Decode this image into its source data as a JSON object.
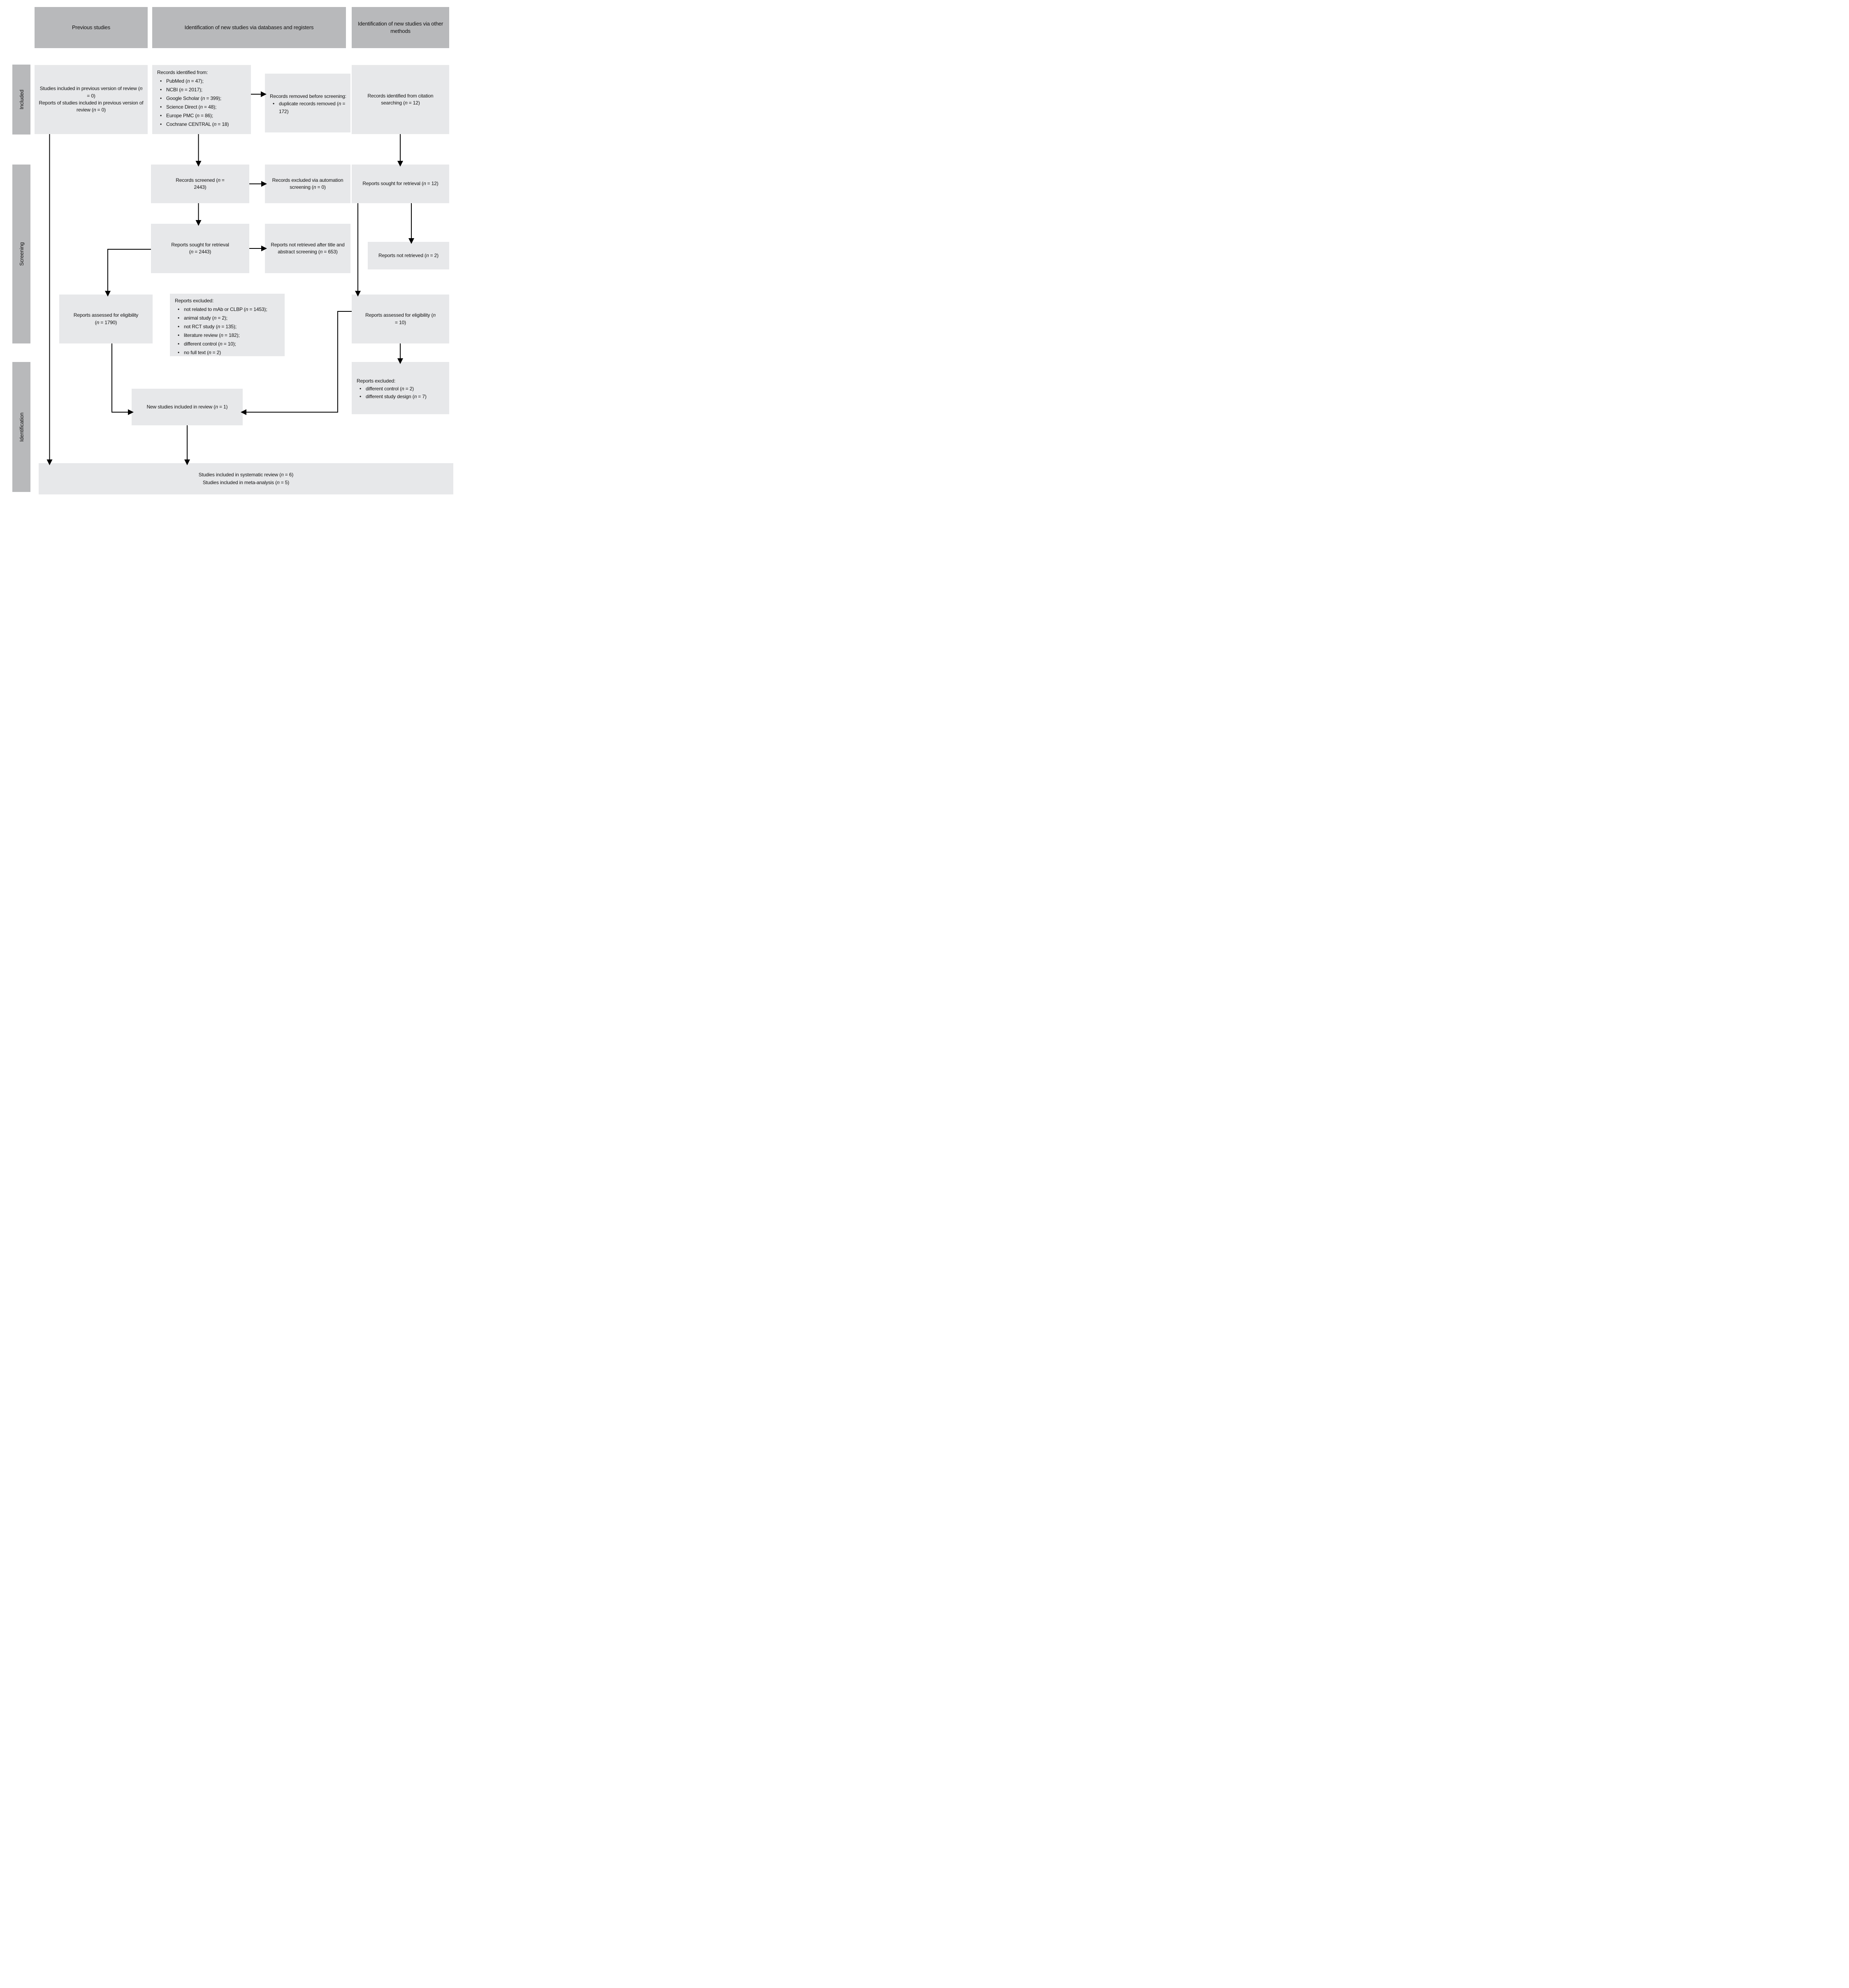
{
  "headers": {
    "previous": "Previous studies",
    "databases": "Identification of new studies via databases and registers",
    "other": "Identification of new studies via other methods"
  },
  "side_labels": {
    "top": "Included",
    "middle": "Screening",
    "bottom": "Identification"
  },
  "boxes": {
    "previous_included": {
      "line1": "Studies included in previous version of review (n = 0)",
      "line2": "Reports of studies included in previous version of review (n = 0)"
    },
    "records_identified": {
      "title": "Records identified from:",
      "items": [
        "PubMed (n = 47);",
        "NCBI (n = 2017);",
        "Google Scholar (n = 399);",
        "Science Direct (n = 48);",
        "Europe PMC (n = 86);",
        "Cochrane CENTRAL (n = 18)"
      ]
    },
    "records_removed": {
      "title": "Records removed before screening:",
      "items": [
        "duplicate records removed (n = 172)"
      ]
    },
    "citation_searching": "Records identified from citation searching (n = 12)",
    "records_screened": "Records screened (n = 2443)",
    "excluded_automation": "Records excluded via automation screening (n = 0)",
    "reports_sought_12": "Reports sought for retrieval (n = 12)",
    "reports_sought_2443": "Reports sought for retrieval (n = 2443)",
    "not_retrieved_after": "Reports not retrieved after title and abstract screening (n = 653)",
    "not_retrieved_2": "Reports not retrieved (n = 2)",
    "assessed_1790": "Reports assessed for eligibility (n = 1790)",
    "reports_excluded_mid": {
      "title": "Reports excluded:",
      "items": [
        "not related to mAb or CLBP (n = 1453);",
        "animal study (n = 2);",
        "not RCT study (n = 135);",
        "literature review (n = 182);",
        "different control (n = 10);",
        "no full text (n = 2)"
      ]
    },
    "assessed_10": "Reports assessed for eligibility (n = 10)",
    "reports_excluded_right": {
      "title": "Reports excluded:",
      "items": [
        "different control (n = 2)",
        "different study design (n = 7)"
      ]
    },
    "new_studies": "New studies included in review (n = 1)",
    "final": {
      "line1": "Studies included in systematic review (n = 6)",
      "line2": "Studies included in meta-analysis (n = 5)"
    }
  },
  "colors": {
    "box_fill": "#e7e8ea",
    "header_fill": "#b8b9bb",
    "arrow": "#000000"
  }
}
